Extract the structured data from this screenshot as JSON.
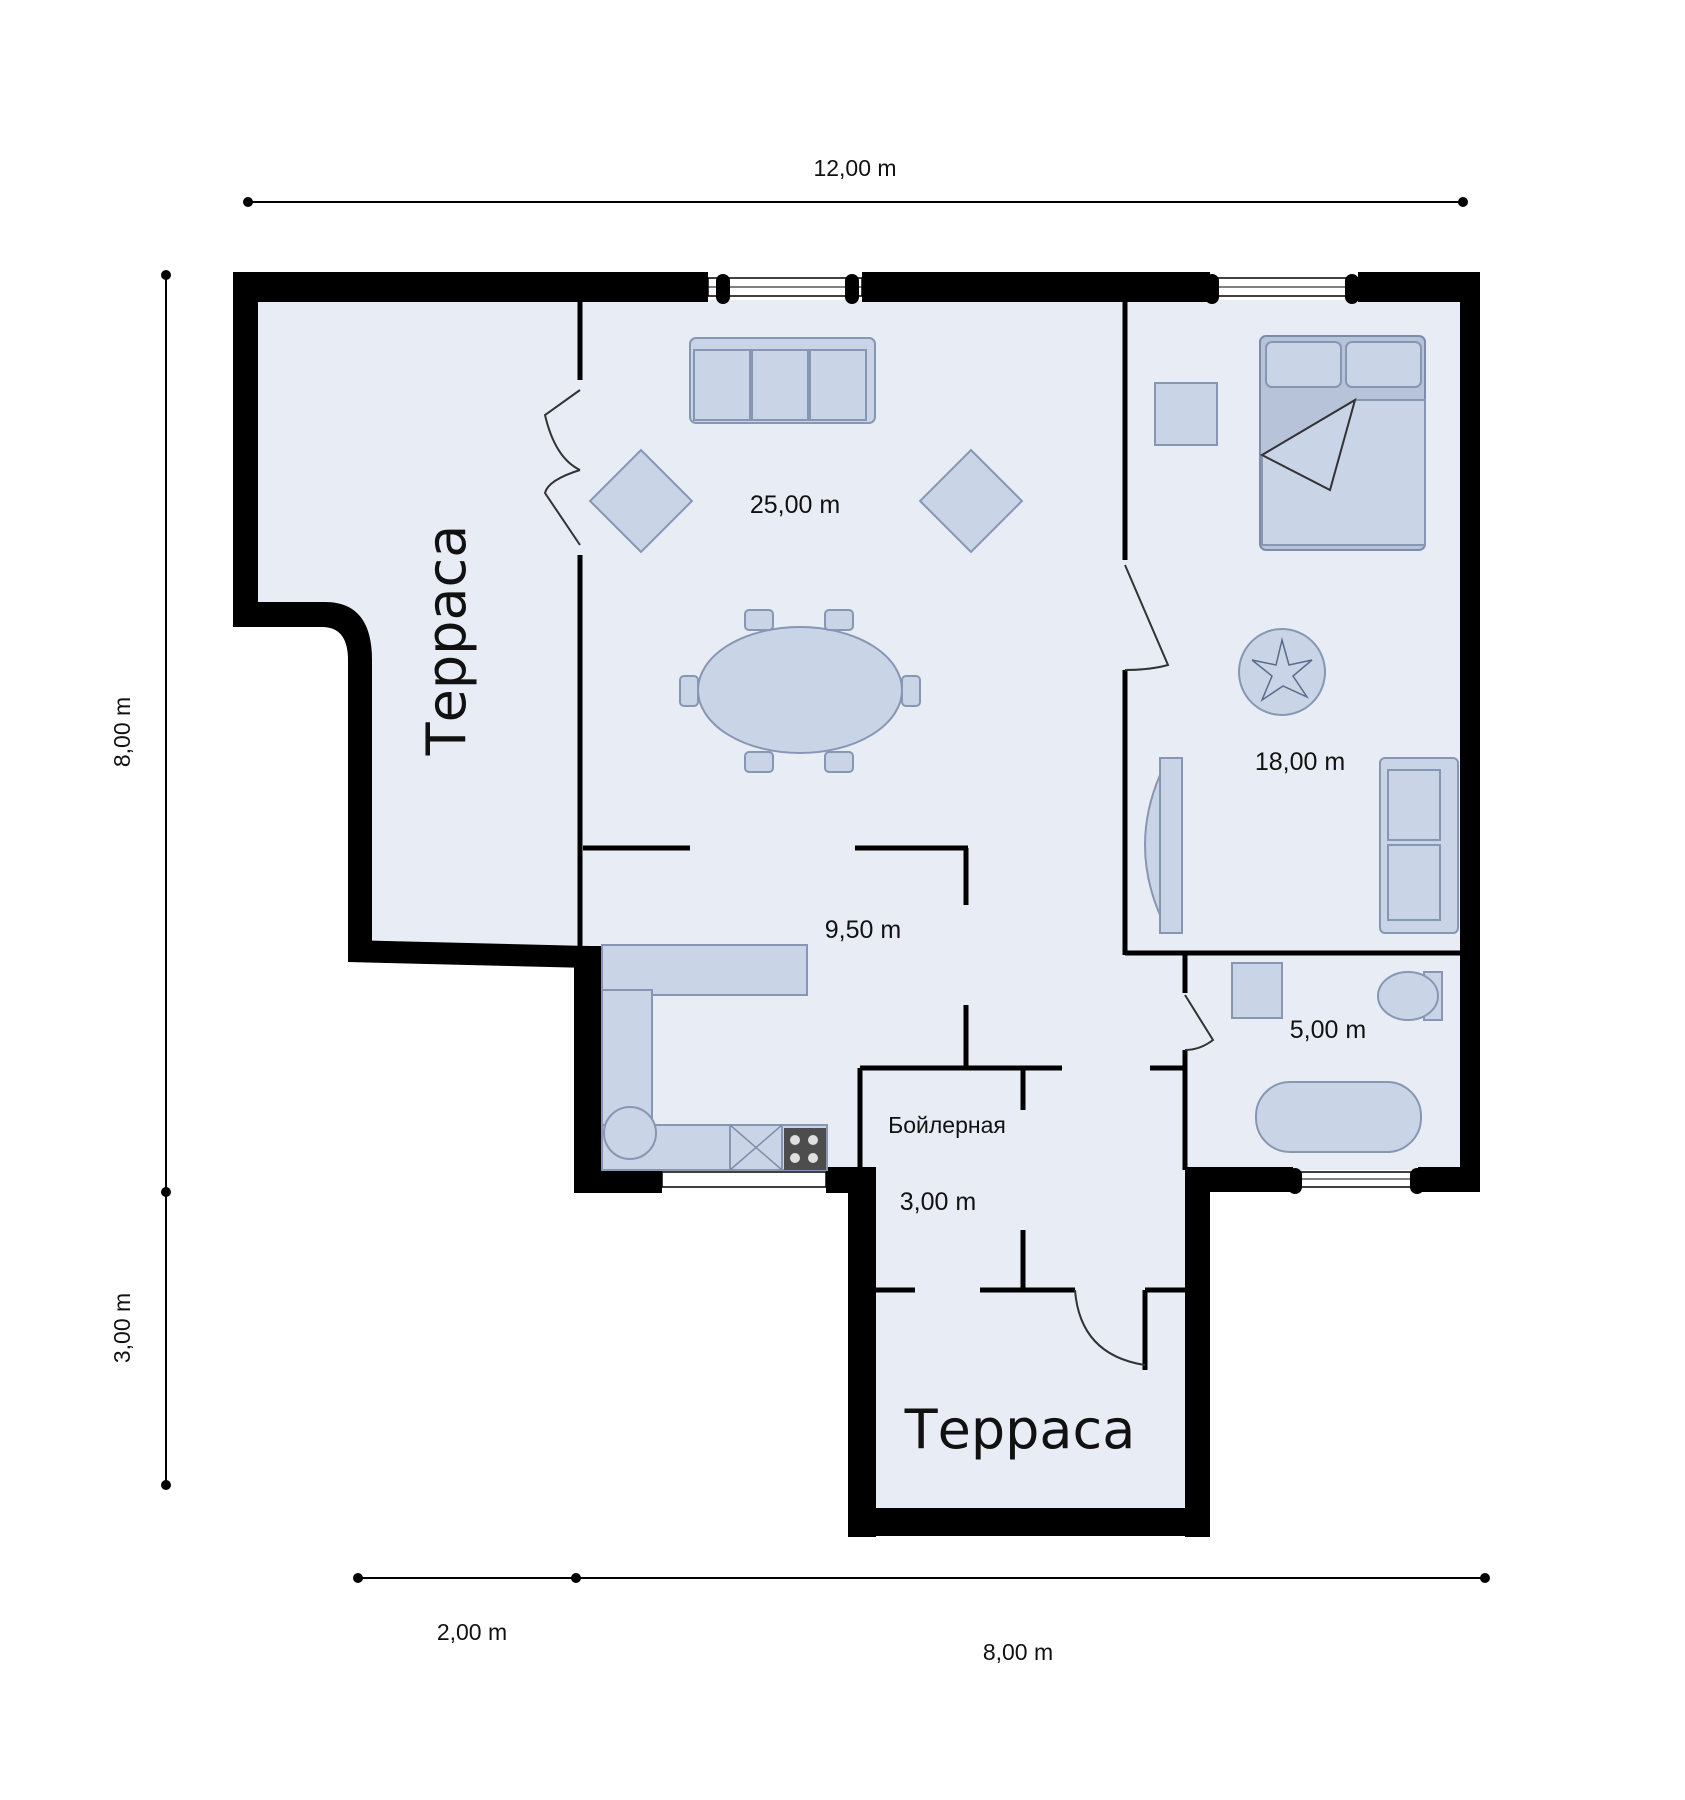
{
  "dimensions": {
    "top_width": "12,00 m",
    "left_upper_height": "8,00 m",
    "left_lower_height": "3,00 m",
    "bottom_left_width": "2,00 m",
    "bottom_right_width": "8,00 m"
  },
  "rooms": {
    "terrace_left": {
      "label": "Терраса"
    },
    "living": {
      "area": "25,00 m"
    },
    "bedroom": {
      "area": "18,00 m"
    },
    "kitchen": {
      "area": "9,50 m"
    },
    "bathroom": {
      "area": "5,00 m"
    },
    "boiler": {
      "label": "Бойлерная",
      "area": "3,00 m"
    },
    "terrace_bottom": {
      "label": "Терраса"
    }
  },
  "colors": {
    "floor": "#e8edf5",
    "wall": "#000000",
    "furniture": "#c9d4e6"
  }
}
